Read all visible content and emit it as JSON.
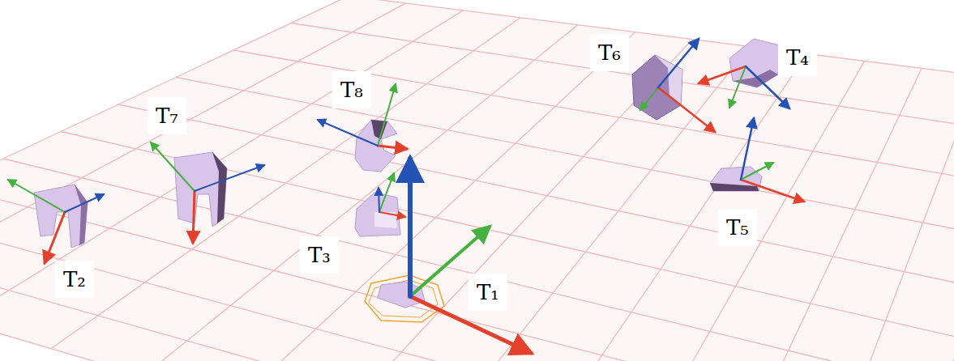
{
  "diagram": {
    "labels": [
      "T₂",
      "T₇",
      "T₈",
      "T₃",
      "T₁",
      "T₆",
      "T₄",
      "T₅"
    ]
  }
}
